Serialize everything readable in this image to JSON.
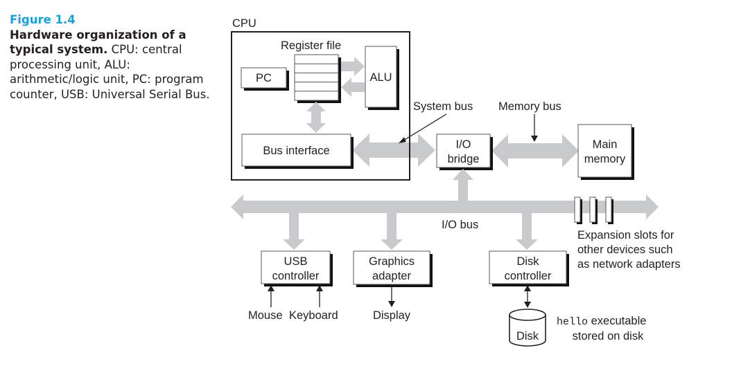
{
  "caption": {
    "figure_number": "Figure 1.4",
    "title": "Hardware organization of a typical system.",
    "description": " CPU: central processing unit, ALU: arithmetic/logic unit, PC: program counter, USB: Universal Serial Bus."
  },
  "colors": {
    "figure_number": "#1aa0d8",
    "bus": "#c9cacb",
    "text": "#231f20"
  },
  "diagram": {
    "cpu_label": "CPU",
    "register_file_label": "Register file",
    "register_count": 5,
    "pc_label": "PC",
    "alu_label": "ALU",
    "bus_interface_label": "Bus interface",
    "system_bus_label": "System bus",
    "memory_bus_label": "Memory bus",
    "io_bridge_label": [
      "I/O",
      "bridge"
    ],
    "main_memory_label": [
      "Main",
      "memory"
    ],
    "io_bus_label": "I/O bus",
    "expansion_slot_count": 3,
    "expansion_label": [
      "Expansion slots for",
      "other devices such",
      "as network adapters"
    ],
    "usb_controller_label": [
      "USB",
      "controller"
    ],
    "graphics_adapter_label": [
      "Graphics",
      "adapter"
    ],
    "disk_controller_label": [
      "Disk",
      "controller"
    ],
    "mouse_label": "Mouse",
    "keyboard_label": "Keyboard",
    "display_label": "Display",
    "disk_label": "Disk",
    "hello_code": "hello",
    "hello_rest": " executable",
    "hello_line2": "stored on disk"
  }
}
